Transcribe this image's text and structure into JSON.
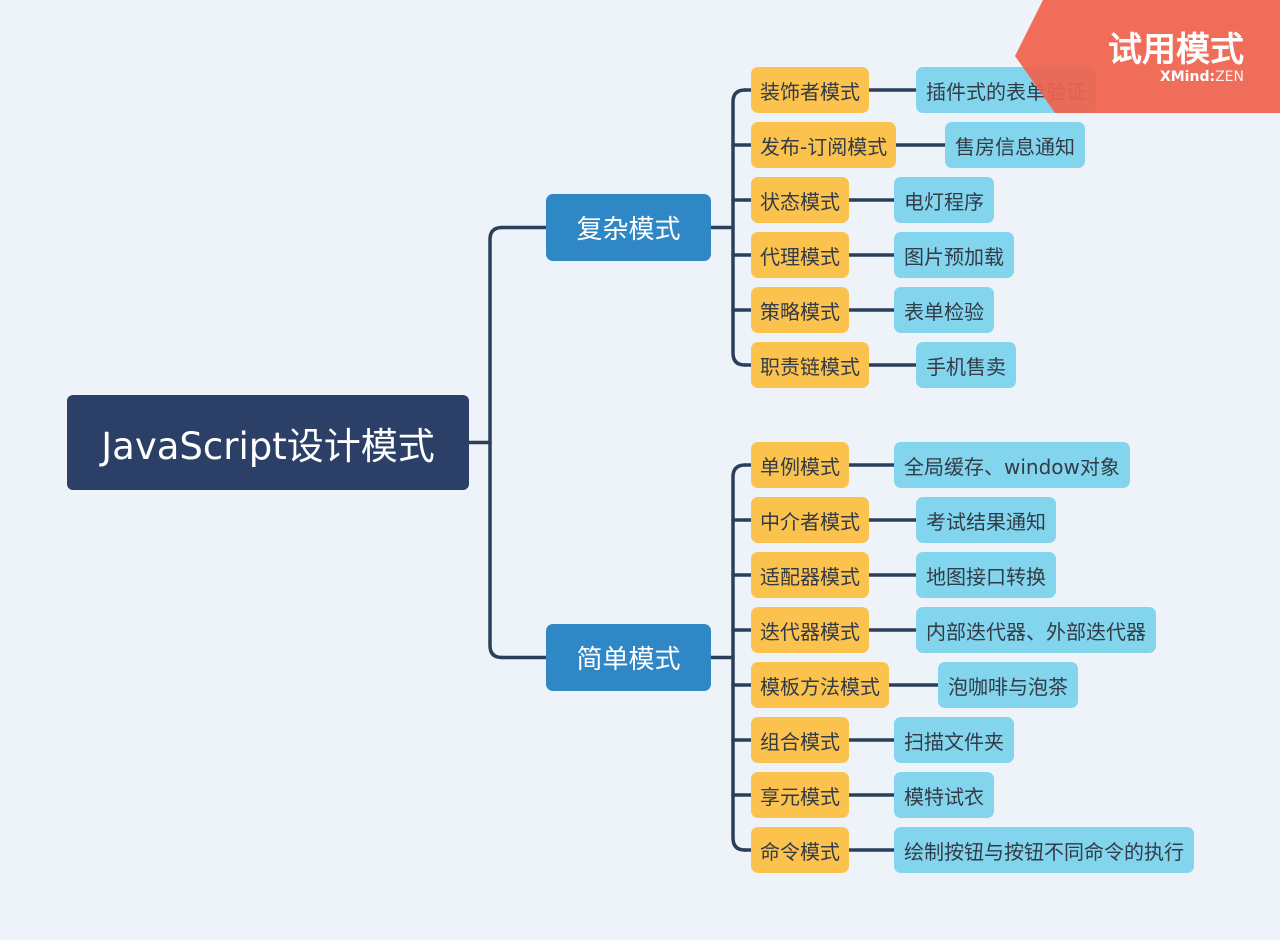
{
  "mindmap": {
    "root": {
      "label": "JavaScript设计模式"
    },
    "branches": [
      {
        "label": "复杂模式",
        "children": [
          {
            "label": "装饰者模式",
            "leaf": "插件式的表单验证"
          },
          {
            "label": "发布-订阅模式",
            "leaf": "售房信息通知"
          },
          {
            "label": "状态模式",
            "leaf": "电灯程序"
          },
          {
            "label": "代理模式",
            "leaf": "图片预加载"
          },
          {
            "label": "策略模式",
            "leaf": "表单检验"
          },
          {
            "label": "职责链模式",
            "leaf": "手机售卖"
          }
        ]
      },
      {
        "label": "简单模式",
        "children": [
          {
            "label": "单例模式",
            "leaf": "全局缓存、window对象"
          },
          {
            "label": "中介者模式",
            "leaf": "考试结果通知"
          },
          {
            "label": "适配器模式",
            "leaf": "地图接口转换"
          },
          {
            "label": "迭代器模式",
            "leaf": "内部迭代器、外部迭代器"
          },
          {
            "label": "模板方法模式",
            "leaf": "泡咖啡与泡茶"
          },
          {
            "label": "组合模式",
            "leaf": "扫描文件夹"
          },
          {
            "label": "享元模式",
            "leaf": "模特试衣"
          },
          {
            "label": "命令模式",
            "leaf": "绘制按钮与按钮不同命令的执行"
          }
        ]
      }
    ]
  },
  "watermark": {
    "title": "试用模式",
    "brand_main": "XMind",
    "brand_sep": ":",
    "brand_sub": "ZEN"
  },
  "colors": {
    "background": "#edf3f9",
    "root": "#2c3f66",
    "main_topic": "#2f87c6",
    "subtopic": "#fbc24d",
    "leaf": "#82d5ec",
    "connector": "#2c3f5a",
    "watermark": "#f0624d"
  }
}
